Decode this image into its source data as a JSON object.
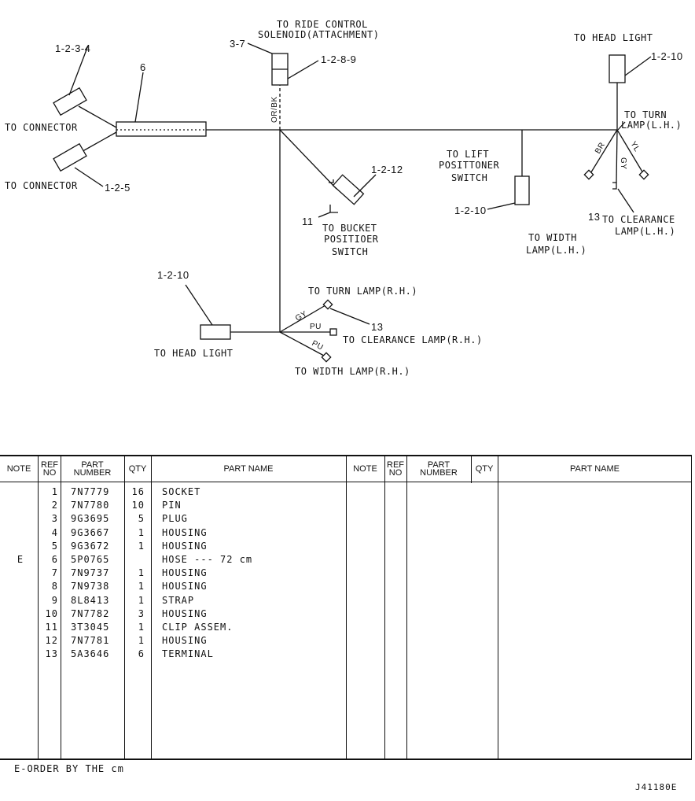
{
  "diagram": {
    "labels": {
      "ride_control": "TO RIDE CONTROL",
      "ride_control_2": "SOLENOID(ATTACHMENT)",
      "head_light_top": "TO HEAD LIGHT",
      "connector_1": "TO CONNECTOR",
      "connector_2": "TO CONNECTOR",
      "turn_lh": "TO TURN",
      "turn_lh_2": "LAMP(L.H.)",
      "lift_1": "TO LIFT",
      "lift_2": "POSITTONER",
      "lift_3": "SWITCH",
      "bucket_1": "TO BUCKET",
      "bucket_2": "POSITIOER",
      "bucket_3": "SWITCH",
      "clearance_lh": "TO CLEARANCE",
      "clearance_lh_2": "LAMP(L.H.)",
      "width_lh": "TO WIDTH",
      "width_lh_2": "LAMP(L.H.)",
      "turn_rh": "TO TURN LAMP(R.H.)",
      "clearance_rh": "TO CLEARANCE LAMP(R.H.)",
      "width_rh": "TO WIDTH LAMP(R.H.)",
      "head_light_bottom": "TO HEAD LIGHT"
    },
    "refs": {
      "r_1234": "1-2-3-4",
      "r_6": "6",
      "r_37": "3-7",
      "r_1289": "1-2-8-9",
      "r_1210_top": "1-2-10",
      "r_125": "1-2-5",
      "r_1212": "1-2-12",
      "r_11": "11",
      "r_1210_lift": "1-2-10",
      "r_13_lh": "13",
      "r_1210_bottom": "1-2-10",
      "r_13_rh": "13"
    },
    "wires": {
      "or_bk": "OR/BK",
      "br": "BR",
      "gy_lh": "GY",
      "yl": "YL",
      "gy_rh": "GY",
      "pu_1": "PU",
      "pu_2": "PU"
    }
  },
  "parts_table": {
    "headers": {
      "note": "NOTE",
      "ref_1": "REF",
      "ref_2": "NO",
      "pn_1": "PART",
      "pn_2": "NUMBER",
      "qty": "QTY",
      "name": "PART NAME"
    },
    "rows": [
      {
        "note": "",
        "ref": "1",
        "part_number": "7N7779",
        "qty": "16",
        "name": "SOCKET"
      },
      {
        "note": "",
        "ref": "2",
        "part_number": "7N7780",
        "qty": "10",
        "name": "PIN"
      },
      {
        "note": "",
        "ref": "3",
        "part_number": "9G3695",
        "qty": "5",
        "name": "PLUG"
      },
      {
        "note": "",
        "ref": "4",
        "part_number": "9G3667",
        "qty": "1",
        "name": "HOUSING"
      },
      {
        "note": "",
        "ref": "5",
        "part_number": "9G3672",
        "qty": "1",
        "name": "HOUSING"
      },
      {
        "note": "E",
        "ref": "6",
        "part_number": "5P0765",
        "qty": "",
        "name": "HOSE --- 72 cm"
      },
      {
        "note": "",
        "ref": "7",
        "part_number": "7N9737",
        "qty": "1",
        "name": "HOUSING"
      },
      {
        "note": "",
        "ref": "8",
        "part_number": "7N9738",
        "qty": "1",
        "name": "HOUSING"
      },
      {
        "note": "",
        "ref": "9",
        "part_number": "8L8413",
        "qty": "1",
        "name": "STRAP"
      },
      {
        "note": "",
        "ref": "10",
        "part_number": "7N7782",
        "qty": "3",
        "name": "HOUSING"
      },
      {
        "note": "",
        "ref": "11",
        "part_number": "3T3045",
        "qty": "1",
        "name": "CLIP ASSEM."
      },
      {
        "note": "",
        "ref": "12",
        "part_number": "7N7781",
        "qty": "1",
        "name": "HOUSING"
      },
      {
        "note": "",
        "ref": "13",
        "part_number": "5A3646",
        "qty": "6",
        "name": "TERMINAL"
      }
    ]
  },
  "footnote": "E-ORDER BY THE cm",
  "doc_id": "J41180E"
}
